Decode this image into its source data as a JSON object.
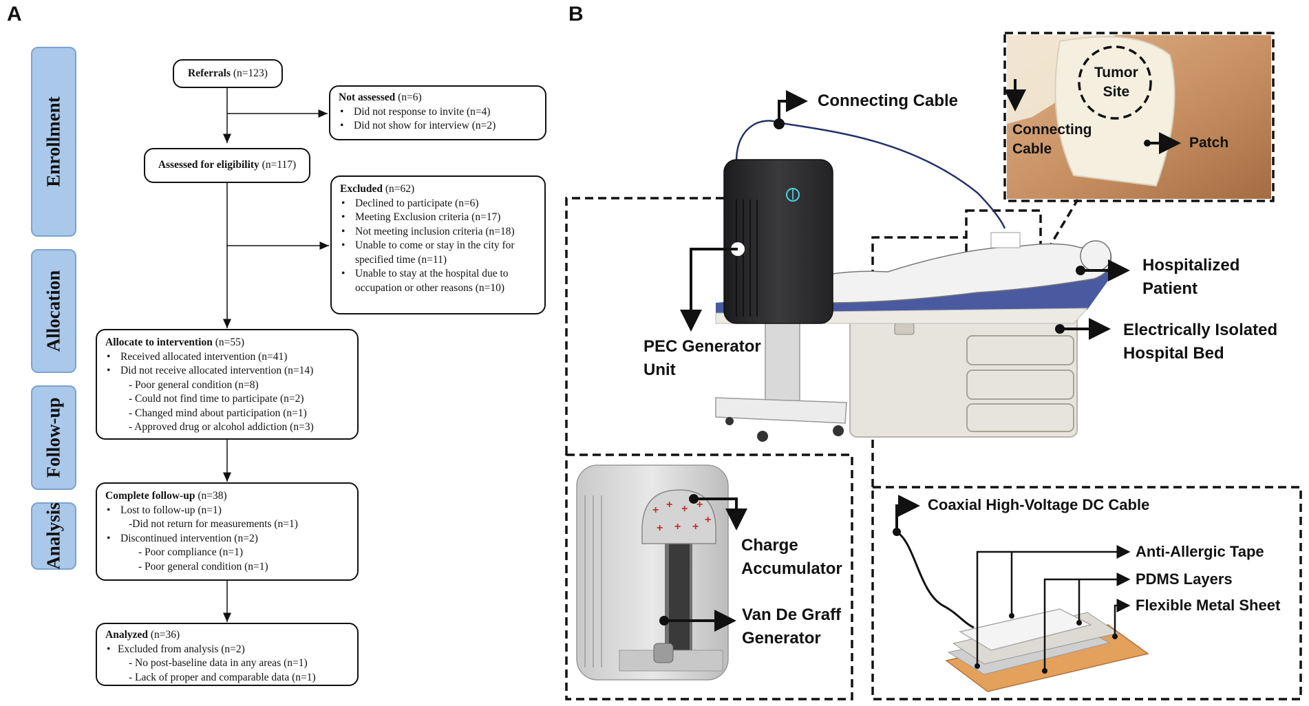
{
  "panels": {
    "a": "A",
    "b": "B"
  },
  "stages": [
    "Enrollment",
    "Allocation",
    "Follow-up",
    "Analysis"
  ],
  "flow": {
    "referrals": {
      "title": "Referrals",
      "count": "(n=123)"
    },
    "not_assessed": {
      "title": "Not assessed",
      "count": "(n=6)",
      "items": [
        "Did not response to invite (n=4)",
        "Did not show for interview (n=2)"
      ]
    },
    "assessed": {
      "title": "Assessed for eligibility",
      "count": "(n=117)"
    },
    "excluded": {
      "title": "Excluded",
      "count": "(n=62)",
      "items": [
        "Declined to participate (n=6)",
        "Meeting Exclusion criteria (n=17)",
        "Not meeting inclusion criteria (n=18)",
        "Unable to come or stay in the city for",
        "specified time (n=11)",
        "Unable to stay at the hospital due to",
        "occupation or other reasons (n=10)"
      ]
    },
    "allocation": {
      "title": "Allocate to intervention",
      "count": "(n=55)",
      "items": [
        "Received allocated intervention (n=41)",
        "Did not receive allocated intervention (n=14)",
        "- Poor general condition (n=8)",
        "- Could not find time to participate (n=2)",
        "- Changed mind about participation (n=1)",
        "- Approved drug or alcohol addiction (n=3)"
      ]
    },
    "followup": {
      "title": "Complete follow-up",
      "count": "(n=38)",
      "items": [
        "Lost to follow-up (n=1)",
        "-Did not return for measurements (n=1)",
        "Discontinued intervention (n=2)",
        "- Poor compliance (n=1)",
        "- Poor general condition (n=1)"
      ]
    },
    "analysis": {
      "title": "Analyzed",
      "count": "(n=36)",
      "items": [
        "Excluded from analysis (n=2)",
        "- No post-baseline data in any areas (n=1)",
        "- Lack of proper and comparable data (n=1)"
      ]
    }
  },
  "device": {
    "connecting_cable": "Connecting Cable",
    "pec_unit": [
      "PEC Generator",
      "Unit"
    ],
    "patient": [
      "Hospitalized",
      "Patient"
    ],
    "bed": [
      "Electrically Isolated",
      "Hospital Bed"
    ],
    "charge": [
      "Charge",
      "Accumulator"
    ],
    "vdg": [
      "Van De Graff",
      "Generator"
    ],
    "coax": "Coaxial High-Voltage DC Cable",
    "tape": "Anti-Allergic Tape",
    "pdms": "PDMS Layers",
    "metal": "Flexible Metal Sheet",
    "photo": {
      "tumor": [
        "Tumor",
        "Site"
      ],
      "cable": [
        "Connecting",
        "Cable"
      ],
      "patch": "Patch"
    },
    "colors": {
      "generator": "#2b2b2d",
      "bed_pad": "#4a5aa0",
      "metal": "#e3a15c",
      "photo_skin": "#c99a6e"
    }
  }
}
